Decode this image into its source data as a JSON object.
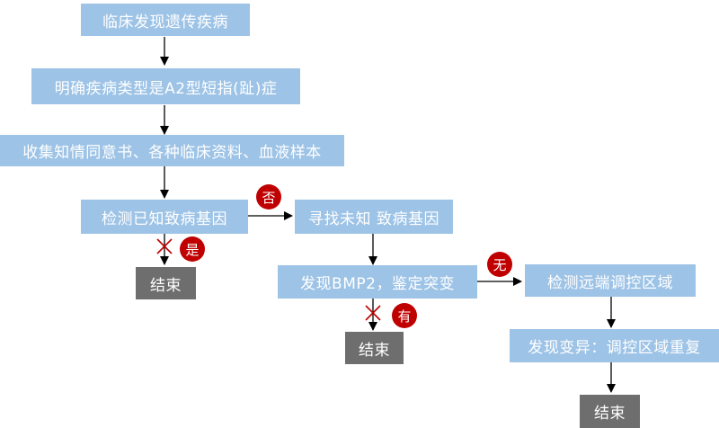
{
  "nodes": {
    "clinical": "临床发现遗传疾病",
    "type": "明确疾病类型是A2型短指(趾)症",
    "collect": "收集知情同意书、各种临床资料、血液样本",
    "detect_known": "检测已知致病基因",
    "find_unknown": "寻找未知 致病基因",
    "bmp2": "发现BMP2，鉴定突变",
    "detect_distal": "检测远端调控区域",
    "variant": "发现变异：调控区域重复",
    "end1": "结束",
    "end2": "结束",
    "end3": "结束"
  },
  "badges": {
    "no": "否",
    "yes": "是",
    "has": "有",
    "none": "无"
  },
  "colors": {
    "box": "#9dc3e6",
    "end_box": "#6e6e6e",
    "badge": "#c00000",
    "cross": "#c00000",
    "arrow": "#000000"
  }
}
